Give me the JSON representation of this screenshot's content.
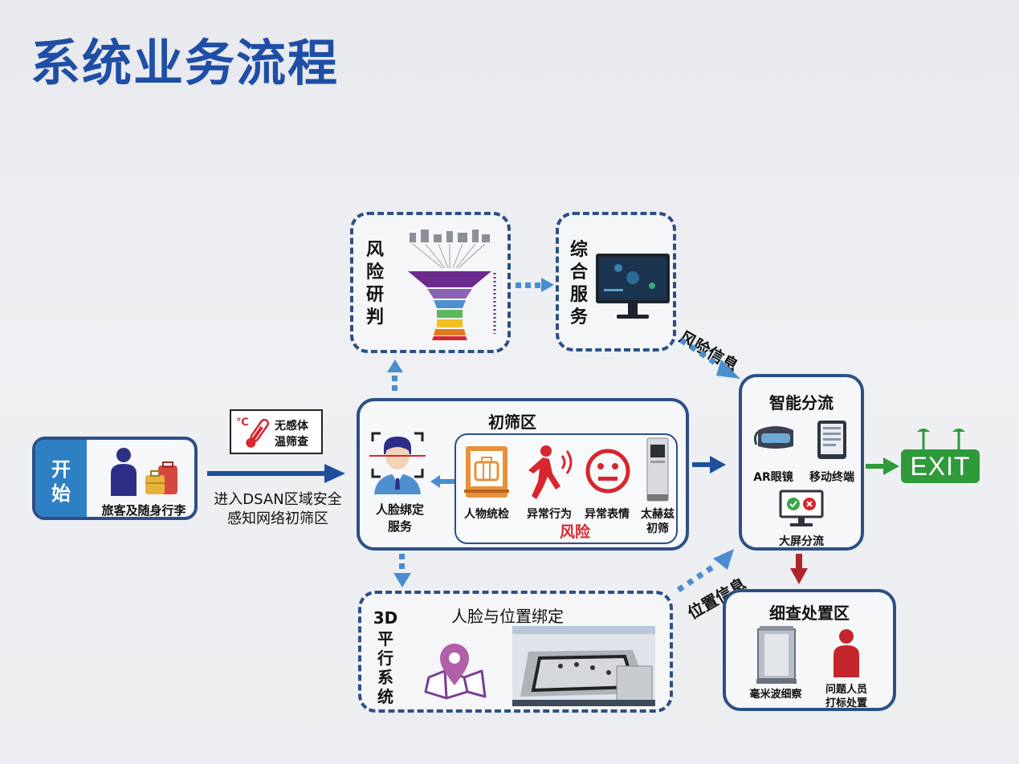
{
  "title": "系统业务流程",
  "start": {
    "label": "开始",
    "caption": "旅客及随身行李"
  },
  "temperature": {
    "line1": "无感体",
    "line2": "温筛查"
  },
  "entry_text": {
    "line1": "进入DSAN区域安全",
    "line2": "感知网络初筛区"
  },
  "prescreen": {
    "title": "初筛区",
    "face_binding": {
      "line1": "人脸绑定",
      "line2": "服务"
    },
    "items": [
      {
        "label": "人物统检",
        "icon": "luggage-scanner-icon"
      },
      {
        "label": "异常行为",
        "icon": "running-person-icon"
      },
      {
        "label": "异常表情",
        "icon": "neutral-face-icon"
      },
      {
        "label": "太赫兹初筛",
        "icon": "terahertz-scanner-icon"
      }
    ],
    "risk_label": "风险"
  },
  "risk_analysis": {
    "label": "风险研判"
  },
  "integrated_service": {
    "label": "综合服务"
  },
  "risk_info": "风险信息",
  "position_info": "位置信息",
  "smart_diversion": {
    "title": "智能分流",
    "items": [
      {
        "label": "AR眼镜",
        "icon": "ar-glasses-icon"
      },
      {
        "label": "移动终端",
        "icon": "tablet-icon"
      },
      {
        "label": "大屏分流",
        "icon": "monitor-check-icon"
      }
    ]
  },
  "exit": {
    "label": "EXIT"
  },
  "inspection": {
    "title": "细查处置区",
    "items": [
      {
        "label": "毫米波细察",
        "icon": "mmwave-scanner-icon"
      },
      {
        "label": "问题人员打标处置",
        "line1": "问题人员",
        "line2": "打标处置",
        "icon": "person-red-icon"
      }
    ]
  },
  "parallel_3d": {
    "side_label_line1": "3D",
    "side_label_line2": "平行系统",
    "title": "人脸与位置绑定"
  },
  "colors": {
    "brand_blue": "#1f4ea6",
    "frame_blue": "#2c4f86",
    "arrow_blue": "#1e4f9a",
    "dotted_arrow_blue": "#4a8ed0",
    "risk_red": "#d7262e",
    "exit_green": "#2f9a3a",
    "funnel_purple": "#6c2b8f"
  }
}
